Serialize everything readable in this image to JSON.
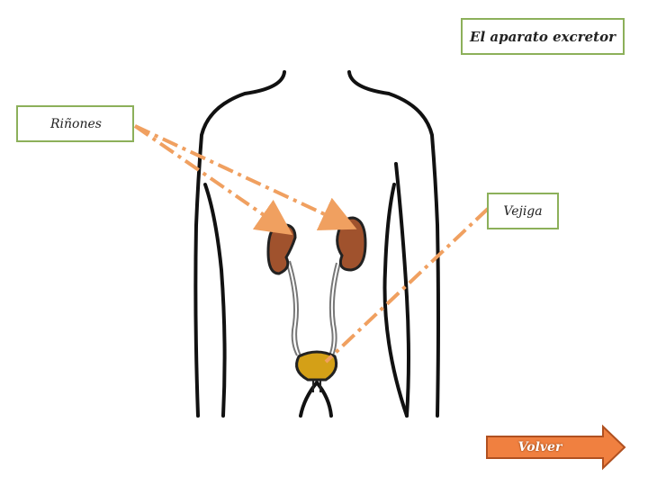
{
  "title": "El aparato excretor",
  "labels": {
    "kidneys": "Riñones",
    "bladder": "Vejiga"
  },
  "nav": {
    "back_label": "Volver"
  },
  "colors": {
    "box_border": "#8cb05a",
    "arrow": "#f0a060",
    "kidney": "#a0522d",
    "bladder": "#d4a017",
    "back_button": "#f08040"
  }
}
